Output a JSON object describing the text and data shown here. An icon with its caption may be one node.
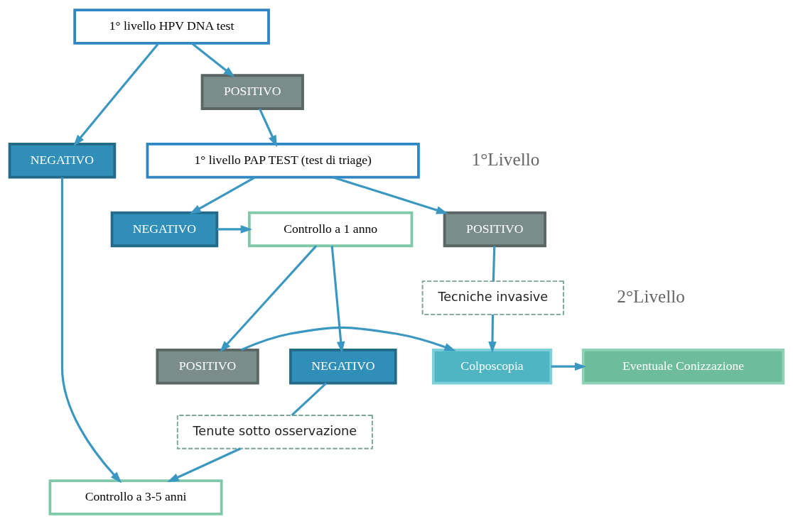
{
  "diagram": {
    "nodes": [
      {
        "text": [
          "1° livello HPV DNA test"
        ]
      },
      {
        "text": [
          "NEGATIVO"
        ]
      },
      {
        "text": [
          "POSITIVO"
        ]
      },
      {
        "text": [
          "Controllo a 3-5 anni"
        ]
      },
      {
        "text": [
          "1° livello PAP TEST (test di triage)"
        ]
      },
      {
        "text": [
          "NEGATIVO"
        ]
      },
      {
        "text": [
          "POSITIVO"
        ]
      },
      {
        "text": [
          "Controllo a 1 anno"
        ]
      },
      {
        "text": [
          "Tenute sotto osservazione"
        ]
      },
      {
        "text": [
          "Tecniche invasive"
        ]
      },
      {
        "text": [
          "NEGATIVO"
        ]
      },
      {
        "text": [
          "POSITIVO"
        ]
      },
      {
        "text": [
          "Colposcopia"
        ]
      },
      {
        "text": [
          "Eventuale Conizzazione"
        ]
      }
    ],
    "edges": [
      {
        "from": 0,
        "to": 1,
        "arrow": "to"
      },
      {
        "from": 0,
        "to": 2,
        "arrow": "to"
      },
      {
        "from": 1,
        "to": 3,
        "arrow": "to"
      },
      {
        "from": 2,
        "to": 4,
        "arrow": "to"
      },
      {
        "from": 4,
        "to": 5,
        "arrow": "to"
      },
      {
        "from": 4,
        "to": 6,
        "arrow": "to"
      },
      {
        "from": 5,
        "to": 7,
        "arrow": "to"
      },
      {
        "from": 7,
        "to": 10,
        "arrow": "to"
      },
      {
        "from": 7,
        "to": 11,
        "arrow": "to"
      },
      {
        "from": 10,
        "to": 8,
        "arrow": "none"
      },
      {
        "from": 8,
        "to": 3,
        "arrow": "to"
      },
      {
        "from": 6,
        "to": 9,
        "arrow": "none"
      },
      {
        "from": 9,
        "to": 12,
        "arrow": "to"
      },
      {
        "from": 11,
        "to": 12,
        "arrow": "to"
      },
      {
        "from": 12,
        "to": 13,
        "arrow": "to"
      }
    ],
    "labels": [
      "1°Livello",
      "2°Livello"
    ]
  }
}
